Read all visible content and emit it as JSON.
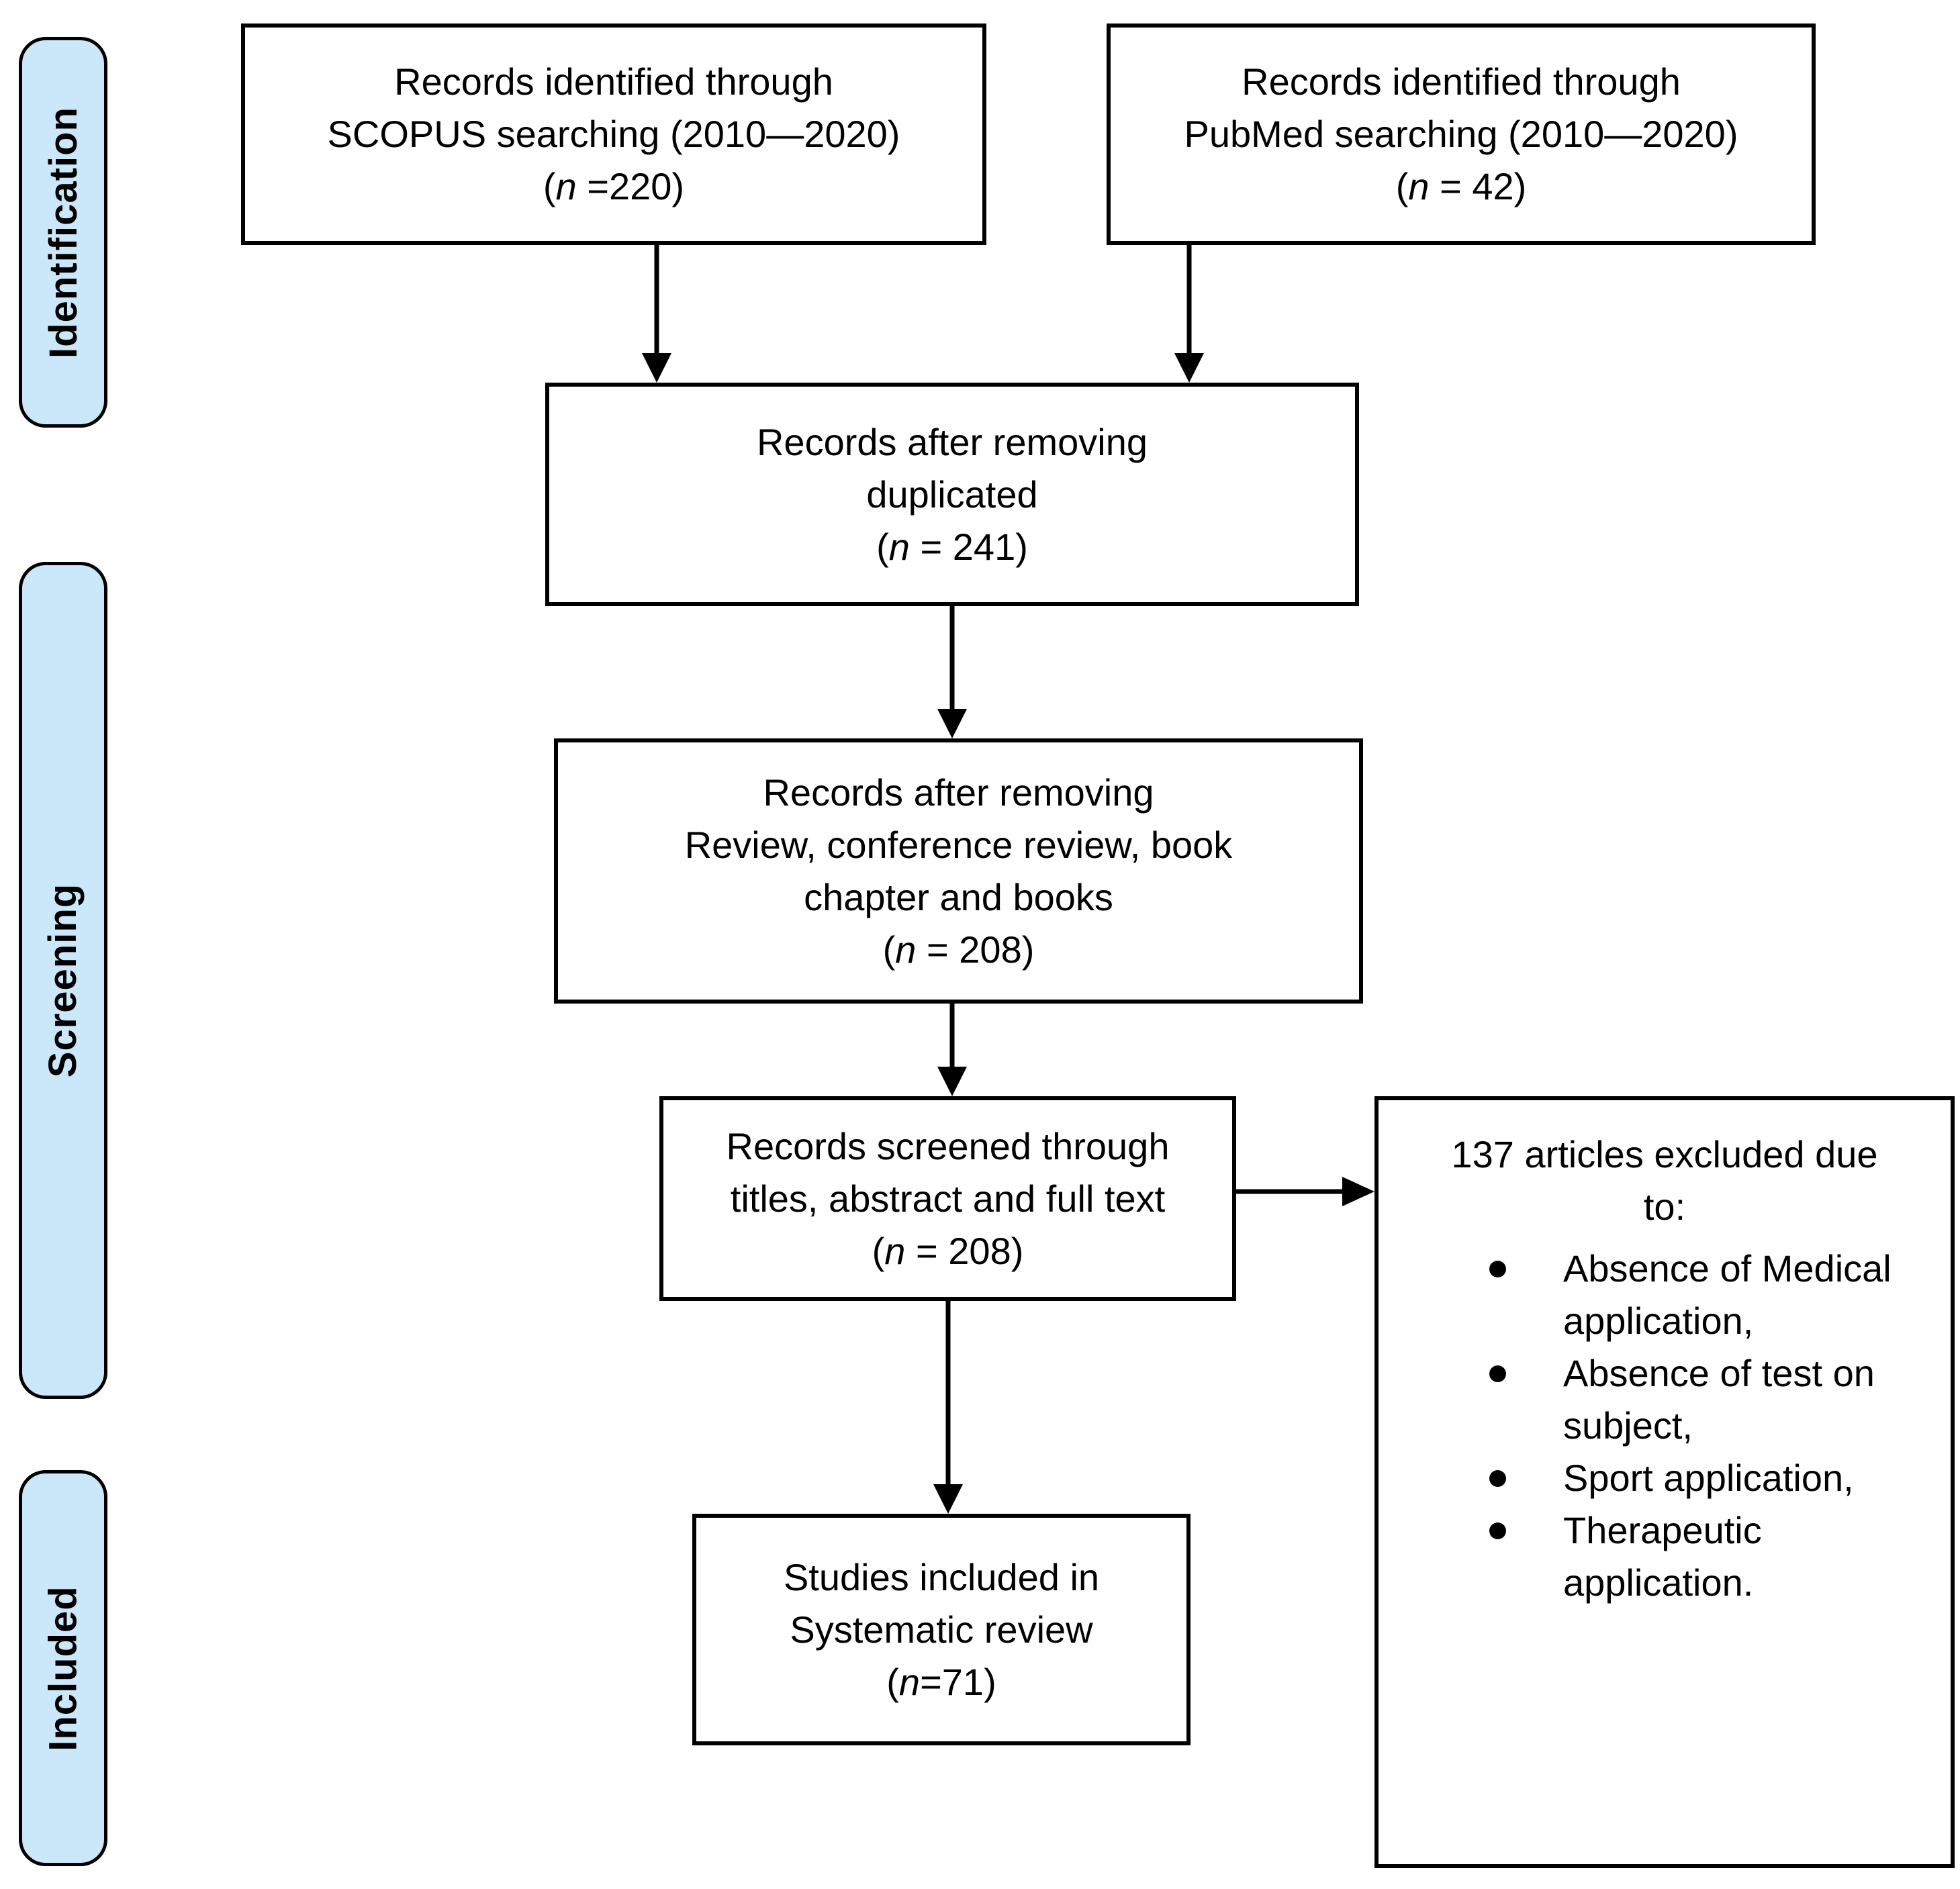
{
  "stages": [
    {
      "label": "Identification"
    },
    {
      "label": "Screening"
    },
    {
      "label": "Included"
    }
  ],
  "boxes": {
    "scopus": {
      "text": "Records identified through\nSCOPUS searching (2010—2020)\n(*n* =220)"
    },
    "pubmed": {
      "text": "Records identified through\nPubMed searching (2010—2020)\n(*n* = 42)"
    },
    "duplicated": {
      "text": "Records after removing\nduplicated\n(*n* = 241)"
    },
    "review": {
      "text": "Records after removing\nReview, conference review, book\nchapter and books\n(*n* = 208)"
    },
    "screened": {
      "text": "Records screened through\ntitles, abstract and full text\n(*n* = 208)"
    },
    "included": {
      "text": "Studies included in\nSystematic review\n(*n*=71)"
    },
    "excluded": {
      "title": "137 articles excluded due\nto:",
      "bullets": [
        "Absence of Medical application,",
        "Absence of test on subject,",
        "Sport application,",
        "Therapeutic application."
      ]
    }
  },
  "colors": {
    "stage_fill": "#CBE8FA",
    "border": "#000000",
    "arrow": "#000000",
    "box_fill": "#FFFFFF",
    "background": "#FFFFFF"
  }
}
